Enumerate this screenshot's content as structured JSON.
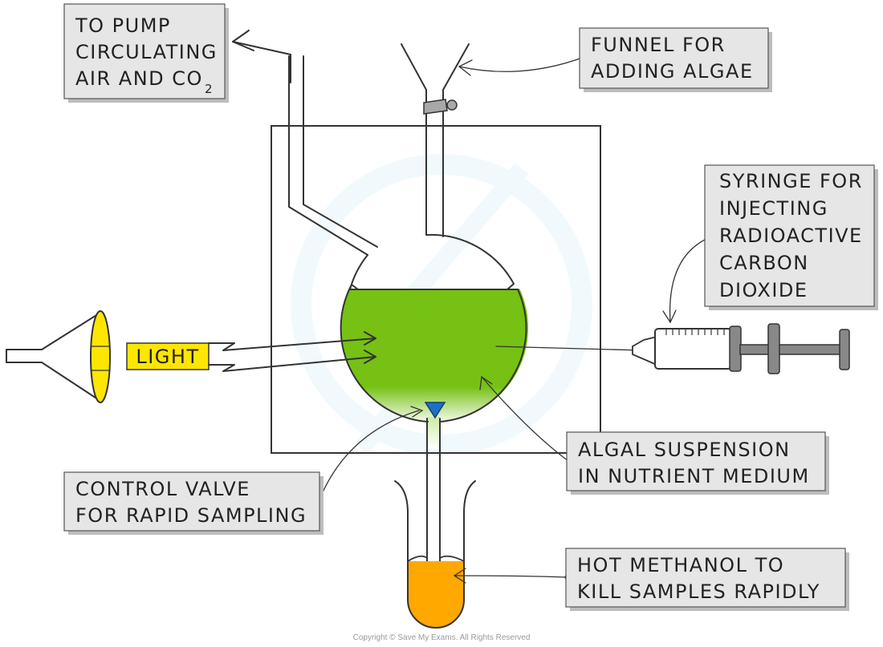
{
  "labels": {
    "pump": {
      "line1": "TO PUMP",
      "line2": "CIRCULATING",
      "line3": "AIR AND CO",
      "sub": "2"
    },
    "funnel": {
      "line1": "FUNNEL FOR",
      "line2": "ADDING ALGAE"
    },
    "syringe": {
      "line1": "SYRINGE FOR",
      "line2": "INJECTING",
      "line3": "RADIOACTIVE",
      "line4": "CARBON",
      "line5": "DIOXIDE"
    },
    "light": "LIGHT",
    "suspension": {
      "line1": "ALGAL SUSPENSION",
      "line2": "IN NUTRIENT MEDIUM"
    },
    "valve": {
      "line1": "CONTROL VALVE",
      "line2": "FOR RAPID SAMPLING"
    },
    "methanol": {
      "line1": "HOT METHANOL TO",
      "line2": "KILL SAMPLES RAPIDLY"
    }
  },
  "copyright": "Copyright © Save My Exams. All Rights Reserved",
  "colors": {
    "algae": "#76c113",
    "methanol": "#ffa800",
    "lamp": "#ffe600",
    "valve": "#1f6fc5",
    "label_box": "#e6e6e6",
    "syringe_plunger": "#888888"
  }
}
